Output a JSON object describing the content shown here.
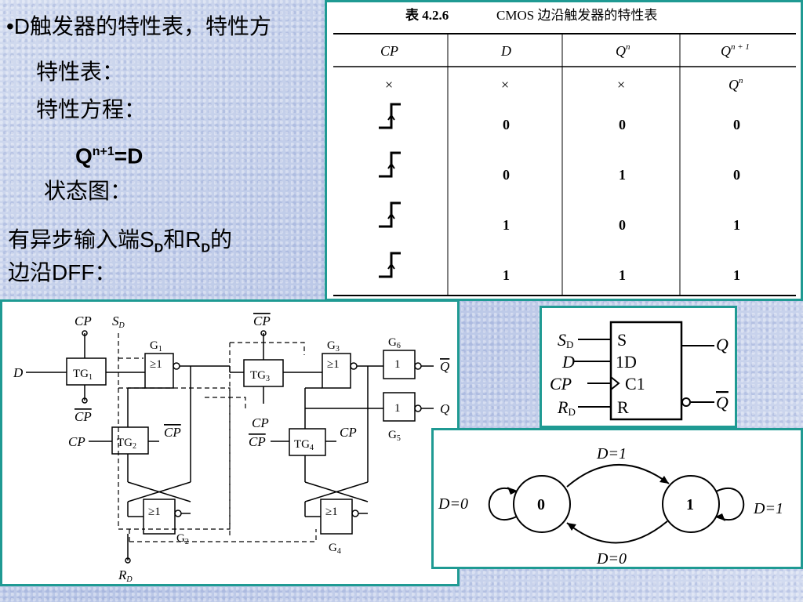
{
  "left": {
    "heading": "•D触发器的特性表，特性方",
    "table_label": "特性表：",
    "equation_label": "特性方程：",
    "equation_q": "Q",
    "equation_sup": "n+1",
    "equation_rhs": "=D",
    "state_label": "状态图：",
    "async_line1_a": "有异步输入端S",
    "async_line1_sub1": "D",
    "async_line1_b": "和R",
    "async_line1_sub2": "D",
    "async_line1_c": "的",
    "async_line2": "边沿DFF："
  },
  "table": {
    "caption_num": "表 4.2.6",
    "caption_text": "CMOS 边沿触发器的特性表",
    "headers": [
      "CP",
      "D",
      "Q",
      "Q"
    ],
    "header_sups": [
      "n",
      "n + 1"
    ],
    "row0": [
      "×",
      "×",
      "×",
      "Q"
    ],
    "row0_sup": "n",
    "rows": [
      [
        "0",
        "0",
        "0"
      ],
      [
        "0",
        "1",
        "0"
      ],
      [
        "1",
        "0",
        "1"
      ],
      [
        "1",
        "1",
        "1"
      ]
    ]
  },
  "circuit": {
    "cp": "CP",
    "sd": "S",
    "sd_sub": "D",
    "rd": "R",
    "rd_sub": "D",
    "d": "D",
    "q": "Q",
    "qbar": "Q",
    "tg1": "TG",
    "tg2": "TG",
    "tg3": "TG",
    "tg4": "TG",
    "subs": [
      "1",
      "2",
      "3",
      "4",
      "5",
      "6"
    ],
    "g": "G",
    "ge1": "≥1",
    "one": "1"
  },
  "symbol": {
    "sd": "S",
    "sd_sub": "D",
    "d": "D",
    "cp": "CP",
    "rd": "R",
    "rd_sub": "D",
    "s": "S",
    "d1": "1D",
    "c1": "C1",
    "r": "R",
    "q": "Q",
    "qbar": "Q"
  },
  "state": {
    "s0": "0",
    "s1": "1",
    "top": "D=1",
    "bottom": "D=0",
    "left": "D=0",
    "right": "D=1"
  }
}
